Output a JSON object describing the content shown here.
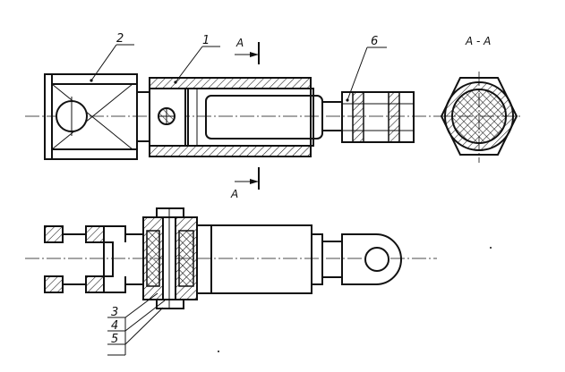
{
  "labels": {
    "part_1": "1",
    "part_2": "2",
    "part_3": "3",
    "part_4": "4",
    "part_5": "5",
    "part_6": "6"
  },
  "section": {
    "mark_top": "A",
    "mark_bottom": "A",
    "title": "A - A"
  }
}
